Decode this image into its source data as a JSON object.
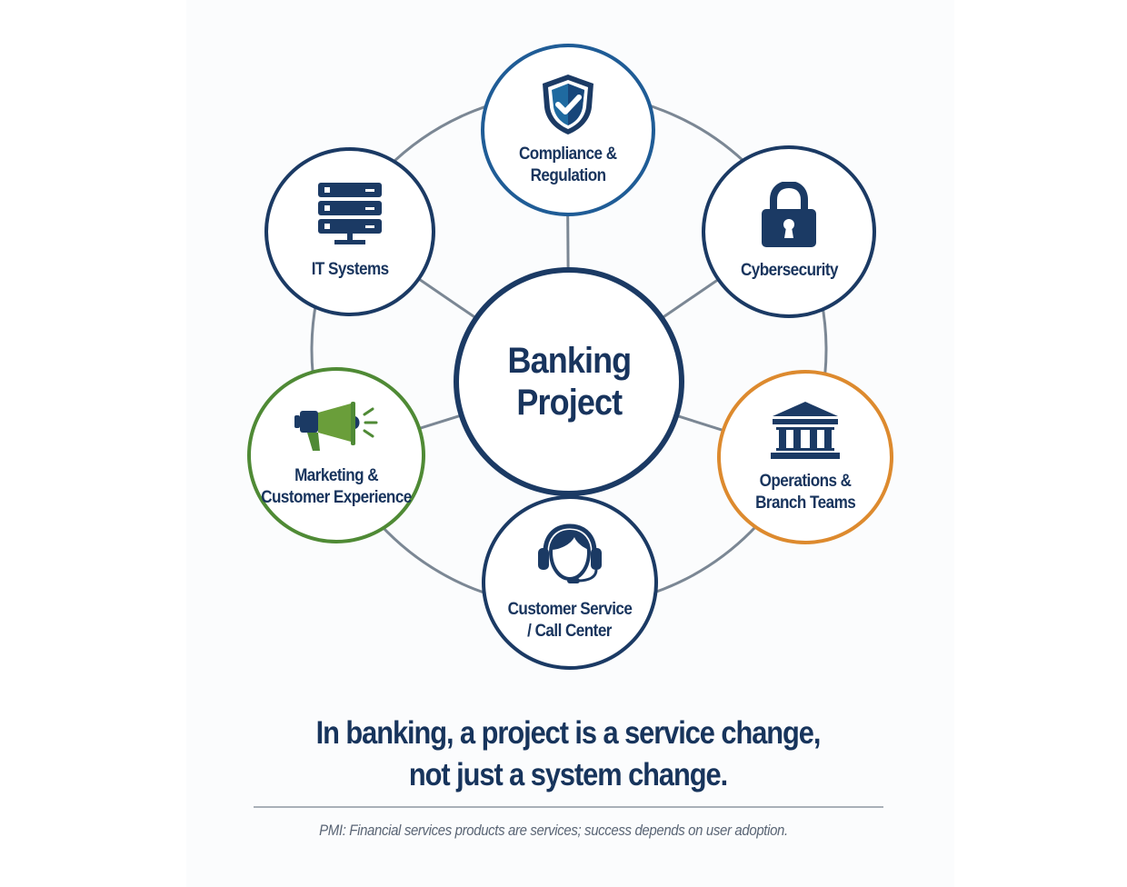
{
  "diagram": {
    "center": {
      "label_line1": "Banking",
      "label_line2": "Project"
    },
    "nodes": [
      {
        "id": "compliance",
        "label_line1": "Compliance &",
        "label_line2": "Regulation",
        "icon": "shield-check-icon",
        "border_color": "#1f5c96"
      },
      {
        "id": "it-systems",
        "label_line1": "IT Systems",
        "label_line2": "",
        "icon": "server-icon",
        "border_color": "#1b3a64"
      },
      {
        "id": "cybersecurity",
        "label_line1": "Cybersecurity",
        "label_line2": "",
        "icon": "padlock-icon",
        "border_color": "#1b3a64"
      },
      {
        "id": "marketing",
        "label_line1": "Marketing &",
        "label_line2": "Customer Experience",
        "icon": "megaphone-icon",
        "border_color": "#4f8a35"
      },
      {
        "id": "operations",
        "label_line1": "Operations &",
        "label_line2": "Branch Teams",
        "icon": "bank-building-icon",
        "border_color": "#dd8a2e"
      },
      {
        "id": "customer-service",
        "label_line1": "Customer Service",
        "label_line2": "/ Call Center",
        "icon": "headset-agent-icon",
        "border_color": "#1b3a64"
      }
    ],
    "colors": {
      "navy": "#1b3a64",
      "link_gray": "#7b8794",
      "green": "#6a9e3a",
      "orange": "#dd8a2e"
    }
  },
  "headline": {
    "line1": "In banking, a project is a service change,",
    "line2": "not just a system change."
  },
  "footnote": "PMI: Financial services products are services; success depends on user adoption."
}
